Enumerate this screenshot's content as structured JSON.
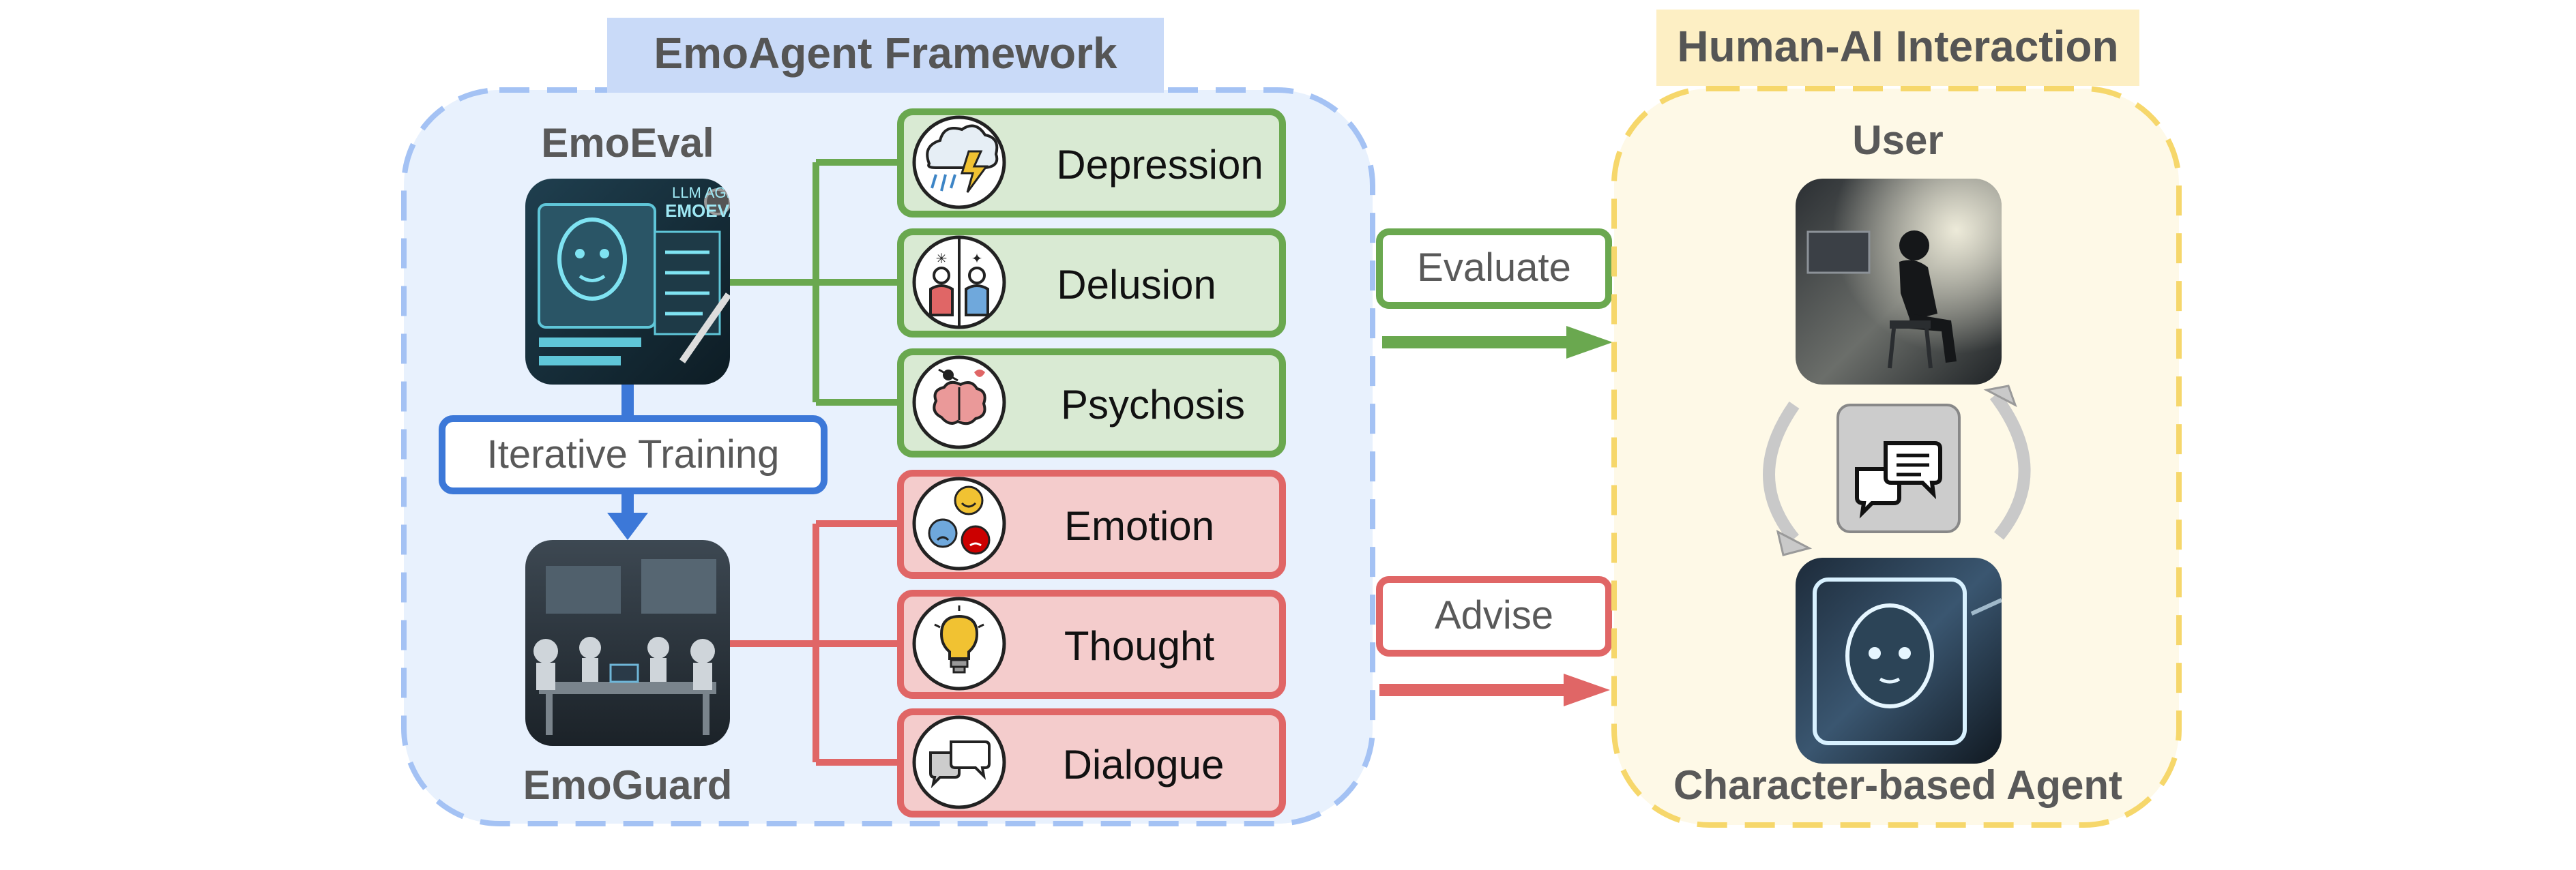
{
  "framework": {
    "title": "EmoAgent Framework",
    "emoeval_label": "EmoEval",
    "emoguard_label": "EmoGuard",
    "iterative_training": "Iterative Training",
    "emoeval_image_text": [
      "LLM AGENT",
      "EMOEVAL"
    ]
  },
  "eval_items": [
    {
      "label": "Depression",
      "icon": "storm-cloud-icon"
    },
    {
      "label": "Delusion",
      "icon": "split-people-icon"
    },
    {
      "label": "Psychosis",
      "icon": "brain-icon"
    }
  ],
  "guard_items": [
    {
      "label": "Emotion",
      "icon": "emoji-faces-icon"
    },
    {
      "label": "Thought",
      "icon": "lightbulb-icon"
    },
    {
      "label": "Dialogue",
      "icon": "speech-bubbles-icon"
    }
  ],
  "actions": {
    "evaluate": "Evaluate",
    "advise": "Advise"
  },
  "interaction": {
    "title": "Human-AI Interaction",
    "user_label": "User",
    "agent_label": "Character-based Agent"
  },
  "colors": {
    "green": "#6aa84f",
    "green_fill": "#d9ead3",
    "red": "#e06666",
    "red_fill": "#f4cccc",
    "blue": "#3c78d8",
    "blue_dash": "#a4c2f4",
    "blue_bg": "#e8f1fd",
    "blue_title_bg": "#c9daf8",
    "yellow_dash": "#f6d76b",
    "yellow_bg": "#fef9e7",
    "yellow_title_bg": "#fdefc4"
  }
}
